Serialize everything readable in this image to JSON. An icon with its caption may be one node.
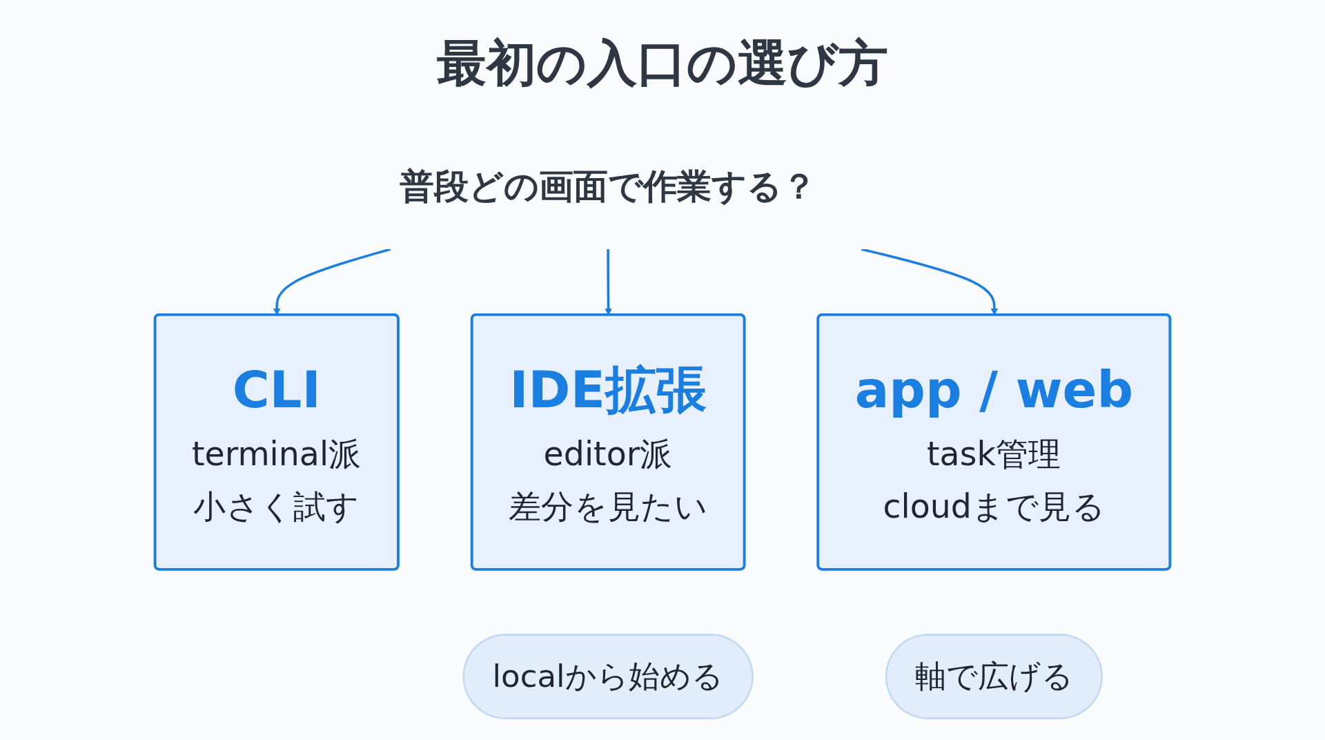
{
  "diagram": {
    "title": "最初の入口の選び方",
    "nodes": [
      {
        "text": [
          "普段どの画面で作業する？"
        ]
      },
      {
        "text": [
          "CLI",
          "terminal派",
          "小さく試す"
        ]
      },
      {
        "text": [
          "IDE拡張",
          "editor派",
          "差分を見たい"
        ]
      },
      {
        "text": [
          "app / web",
          "task管理",
          "cloudまで見る"
        ]
      },
      {
        "text": [
          "localから始める"
        ]
      },
      {
        "text": [
          "軸で広げる"
        ]
      }
    ],
    "edges": [
      {
        "from": 0,
        "to": 1,
        "arrow": "to"
      },
      {
        "from": 0,
        "to": 2,
        "arrow": "to"
      },
      {
        "from": 0,
        "to": 3,
        "arrow": "to"
      }
    ]
  }
}
